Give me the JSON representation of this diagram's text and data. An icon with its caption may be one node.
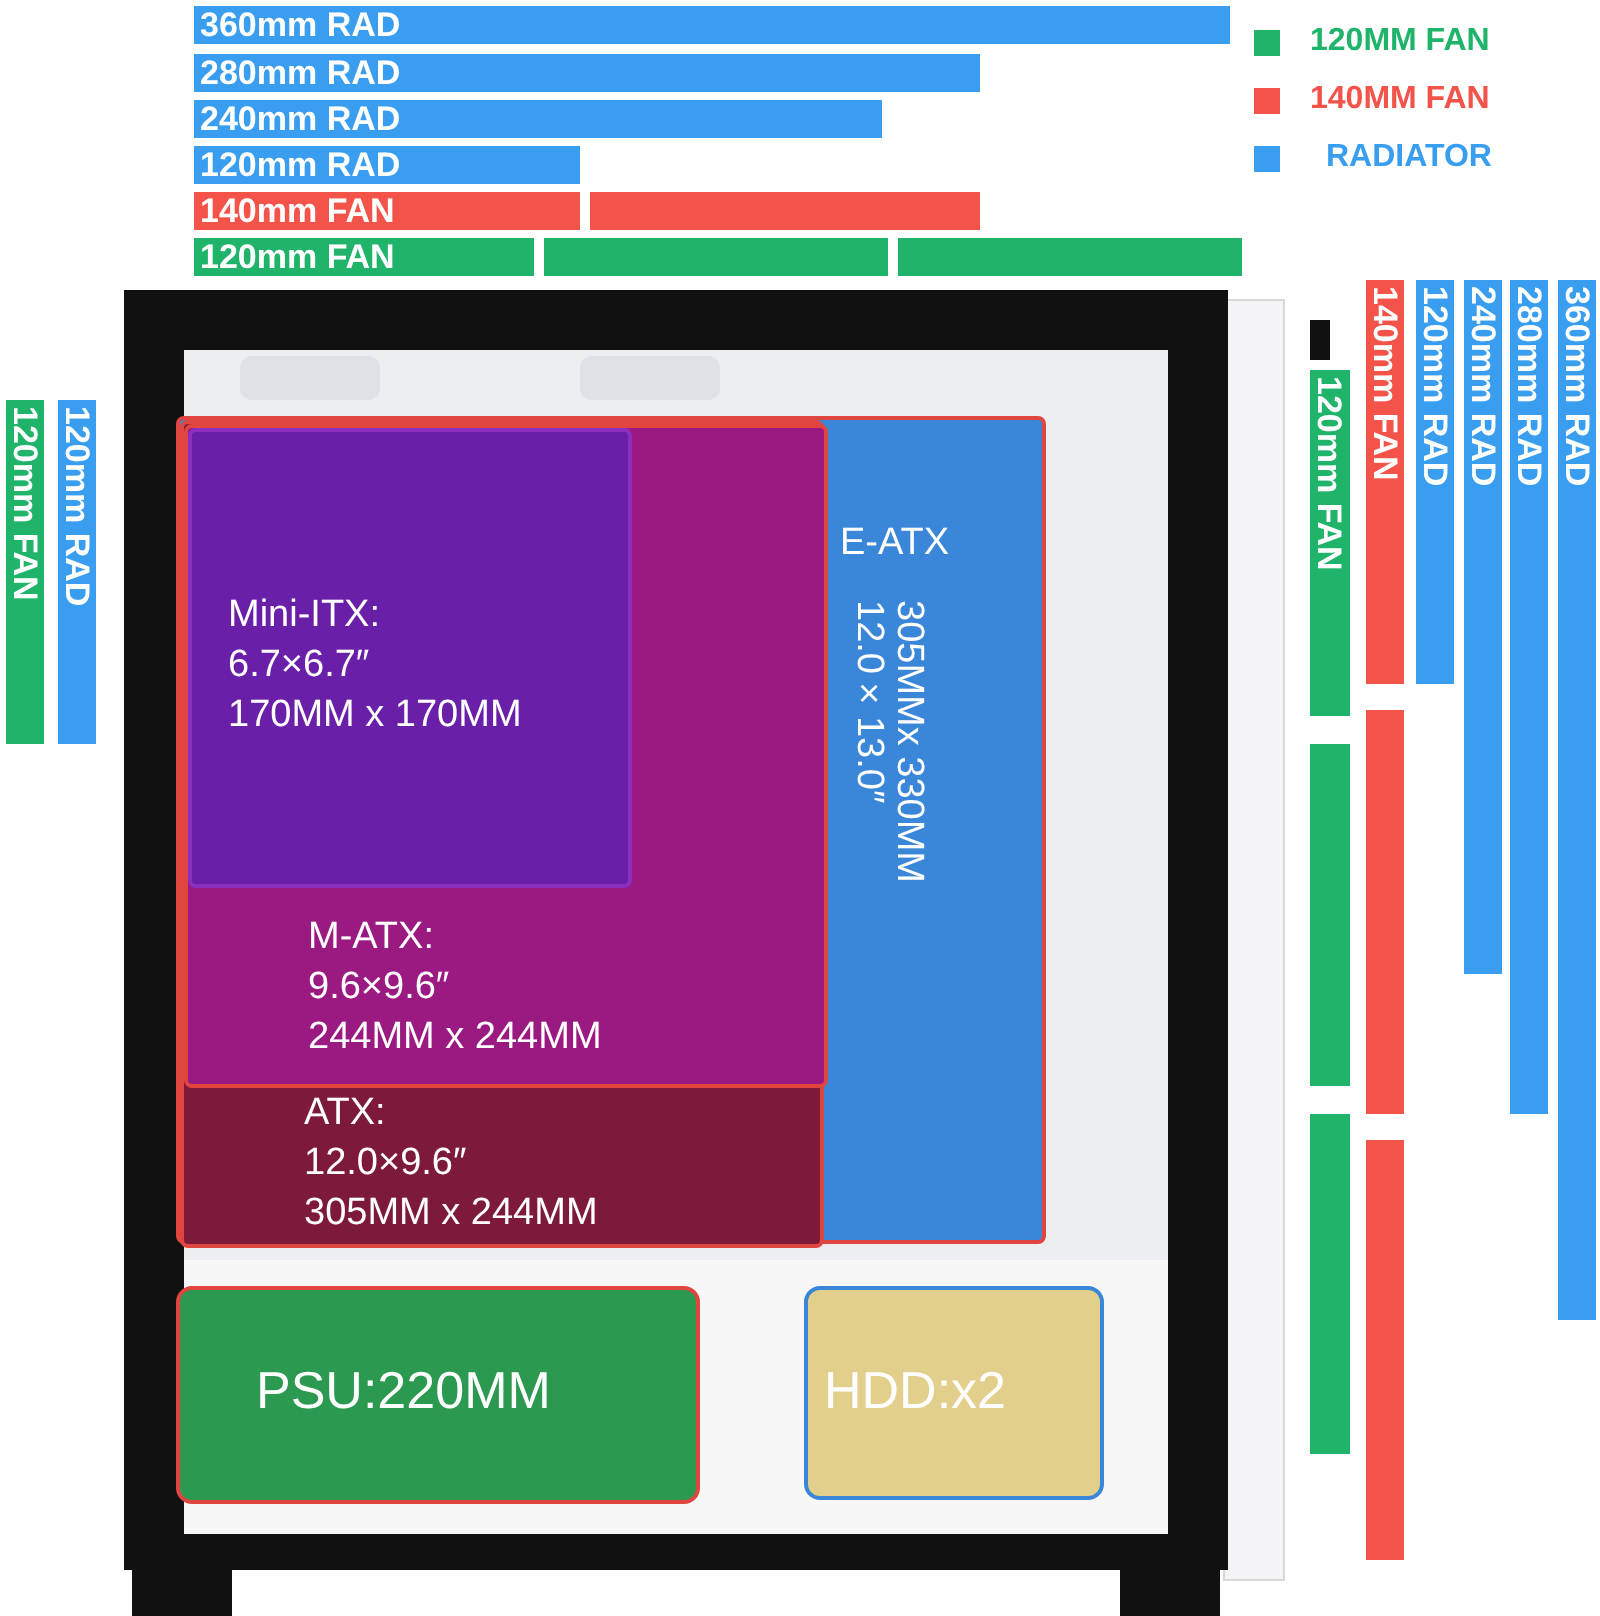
{
  "diagram": {
    "nodes": [
      {
        "text": [
          "360mm RAD"
        ]
      },
      {
        "text": [
          "280mm RAD"
        ]
      },
      {
        "text": [
          "240mm RAD"
        ]
      },
      {
        "text": [
          "120mm RAD"
        ]
      },
      {
        "text": [
          "140mm FAN"
        ]
      },
      {
        "text": [],
        "shape": "bar"
      },
      {
        "text": [
          "120mm FAN"
        ]
      },
      {
        "text": [],
        "shape": "bar"
      },
      {
        "text": [],
        "shape": "bar"
      },
      {
        "text": [
          "120mm FAN"
        ]
      },
      {
        "text": [],
        "shape": "bar"
      },
      {
        "text": [],
        "shape": "bar"
      },
      {
        "text": [
          "140mm FAN"
        ]
      },
      {
        "text": [],
        "shape": "bar"
      },
      {
        "text": [],
        "shape": "bar"
      },
      {
        "text": [
          "120mm RAD"
        ]
      },
      {
        "text": [
          "240mm RAD"
        ]
      },
      {
        "text": [
          "280mm RAD"
        ]
      },
      {
        "text": [
          "360mm RAD"
        ]
      },
      {
        "text": [
          "120mm FAN"
        ]
      },
      {
        "text": [
          "120mm RAD"
        ]
      },
      {
        "text": [
          "E-ATX",
          "12.0×13.0″",
          "305MMx 330MM"
        ]
      },
      {
        "text": [
          "ATX:",
          "12.0×9.6″",
          "305MM x 244MM"
        ],
        "in": 21
      },
      {
        "text": [
          "M-ATX:",
          "9.6×9.6″",
          "244MM x 244MM"
        ],
        "in": 22
      },
      {
        "text": [
          "Mini-ITX:",
          "6.7×6.7″",
          "170MM x 170MM"
        ],
        "in": 23
      },
      {
        "text": [
          "PSU:220MM"
        ]
      },
      {
        "text": [
          "HDD:x2"
        ]
      }
    ],
    "legend": [
      {
        "text": "120MM FAN",
        "color": "#1fb46a"
      },
      {
        "text": "140MM FAN",
        "color": "#f4534a"
      },
      {
        "text": "RADIATOR",
        "color": "#3a9ef0"
      }
    ]
  }
}
